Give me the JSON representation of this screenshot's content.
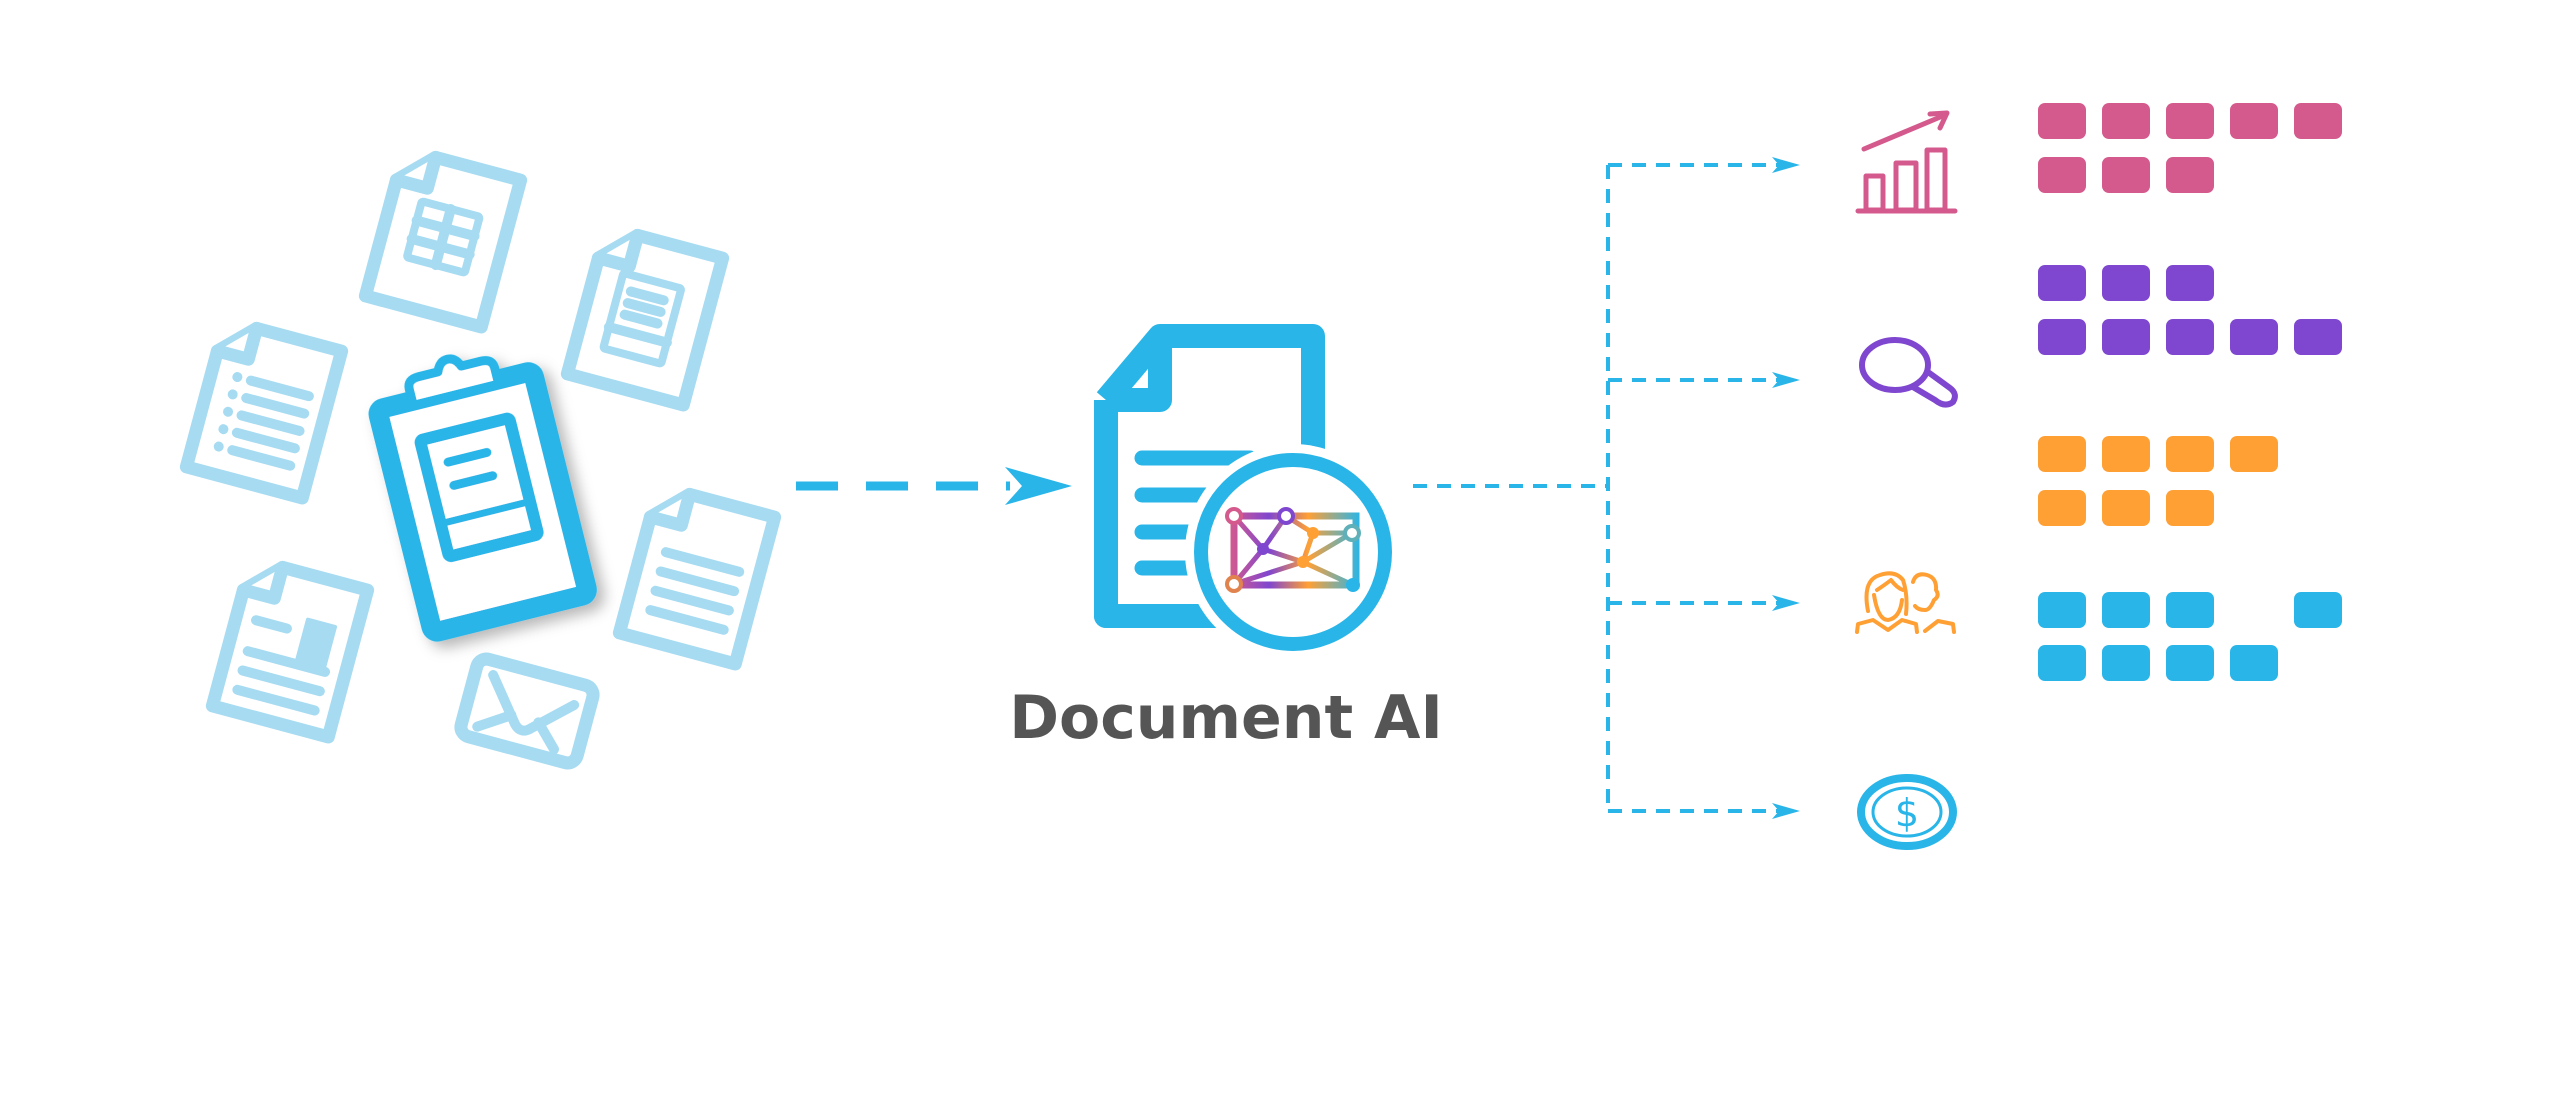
{
  "title": "Document AI",
  "colors": {
    "primary": "#29b5e8",
    "light": "#a6dbf1",
    "text": "#555555"
  },
  "inputs": [
    {
      "name": "spreadsheet-document-icon"
    },
    {
      "name": "form-document-icon"
    },
    {
      "name": "list-document-icon"
    },
    {
      "name": "clipboard-icon"
    },
    {
      "name": "image-document-icon"
    },
    {
      "name": "text-document-icon"
    },
    {
      "name": "envelope-icon"
    }
  ],
  "outputs": [
    {
      "name": "analytics",
      "icon": "bar-chart-growth-icon",
      "color": "#d45a8e",
      "rows": [
        [
          1,
          1,
          1,
          1,
          1
        ],
        [
          1,
          1,
          1,
          0,
          0
        ]
      ]
    },
    {
      "name": "search",
      "icon": "magnifier-icon",
      "color": "#7f46cf",
      "rows": [
        [
          1,
          1,
          1,
          0,
          0
        ],
        [
          1,
          1,
          1,
          1,
          1
        ]
      ]
    },
    {
      "name": "people",
      "icon": "people-icon",
      "color": "#ffa035",
      "rows": [
        [
          1,
          1,
          1,
          1,
          0
        ],
        [
          1,
          1,
          1,
          0,
          0
        ]
      ]
    },
    {
      "name": "finance",
      "icon": "dollar-coin-icon",
      "color": "#29b5e8",
      "rows": [
        [
          1,
          1,
          1,
          0,
          1
        ],
        [
          1,
          1,
          1,
          1,
          0
        ]
      ]
    }
  ]
}
